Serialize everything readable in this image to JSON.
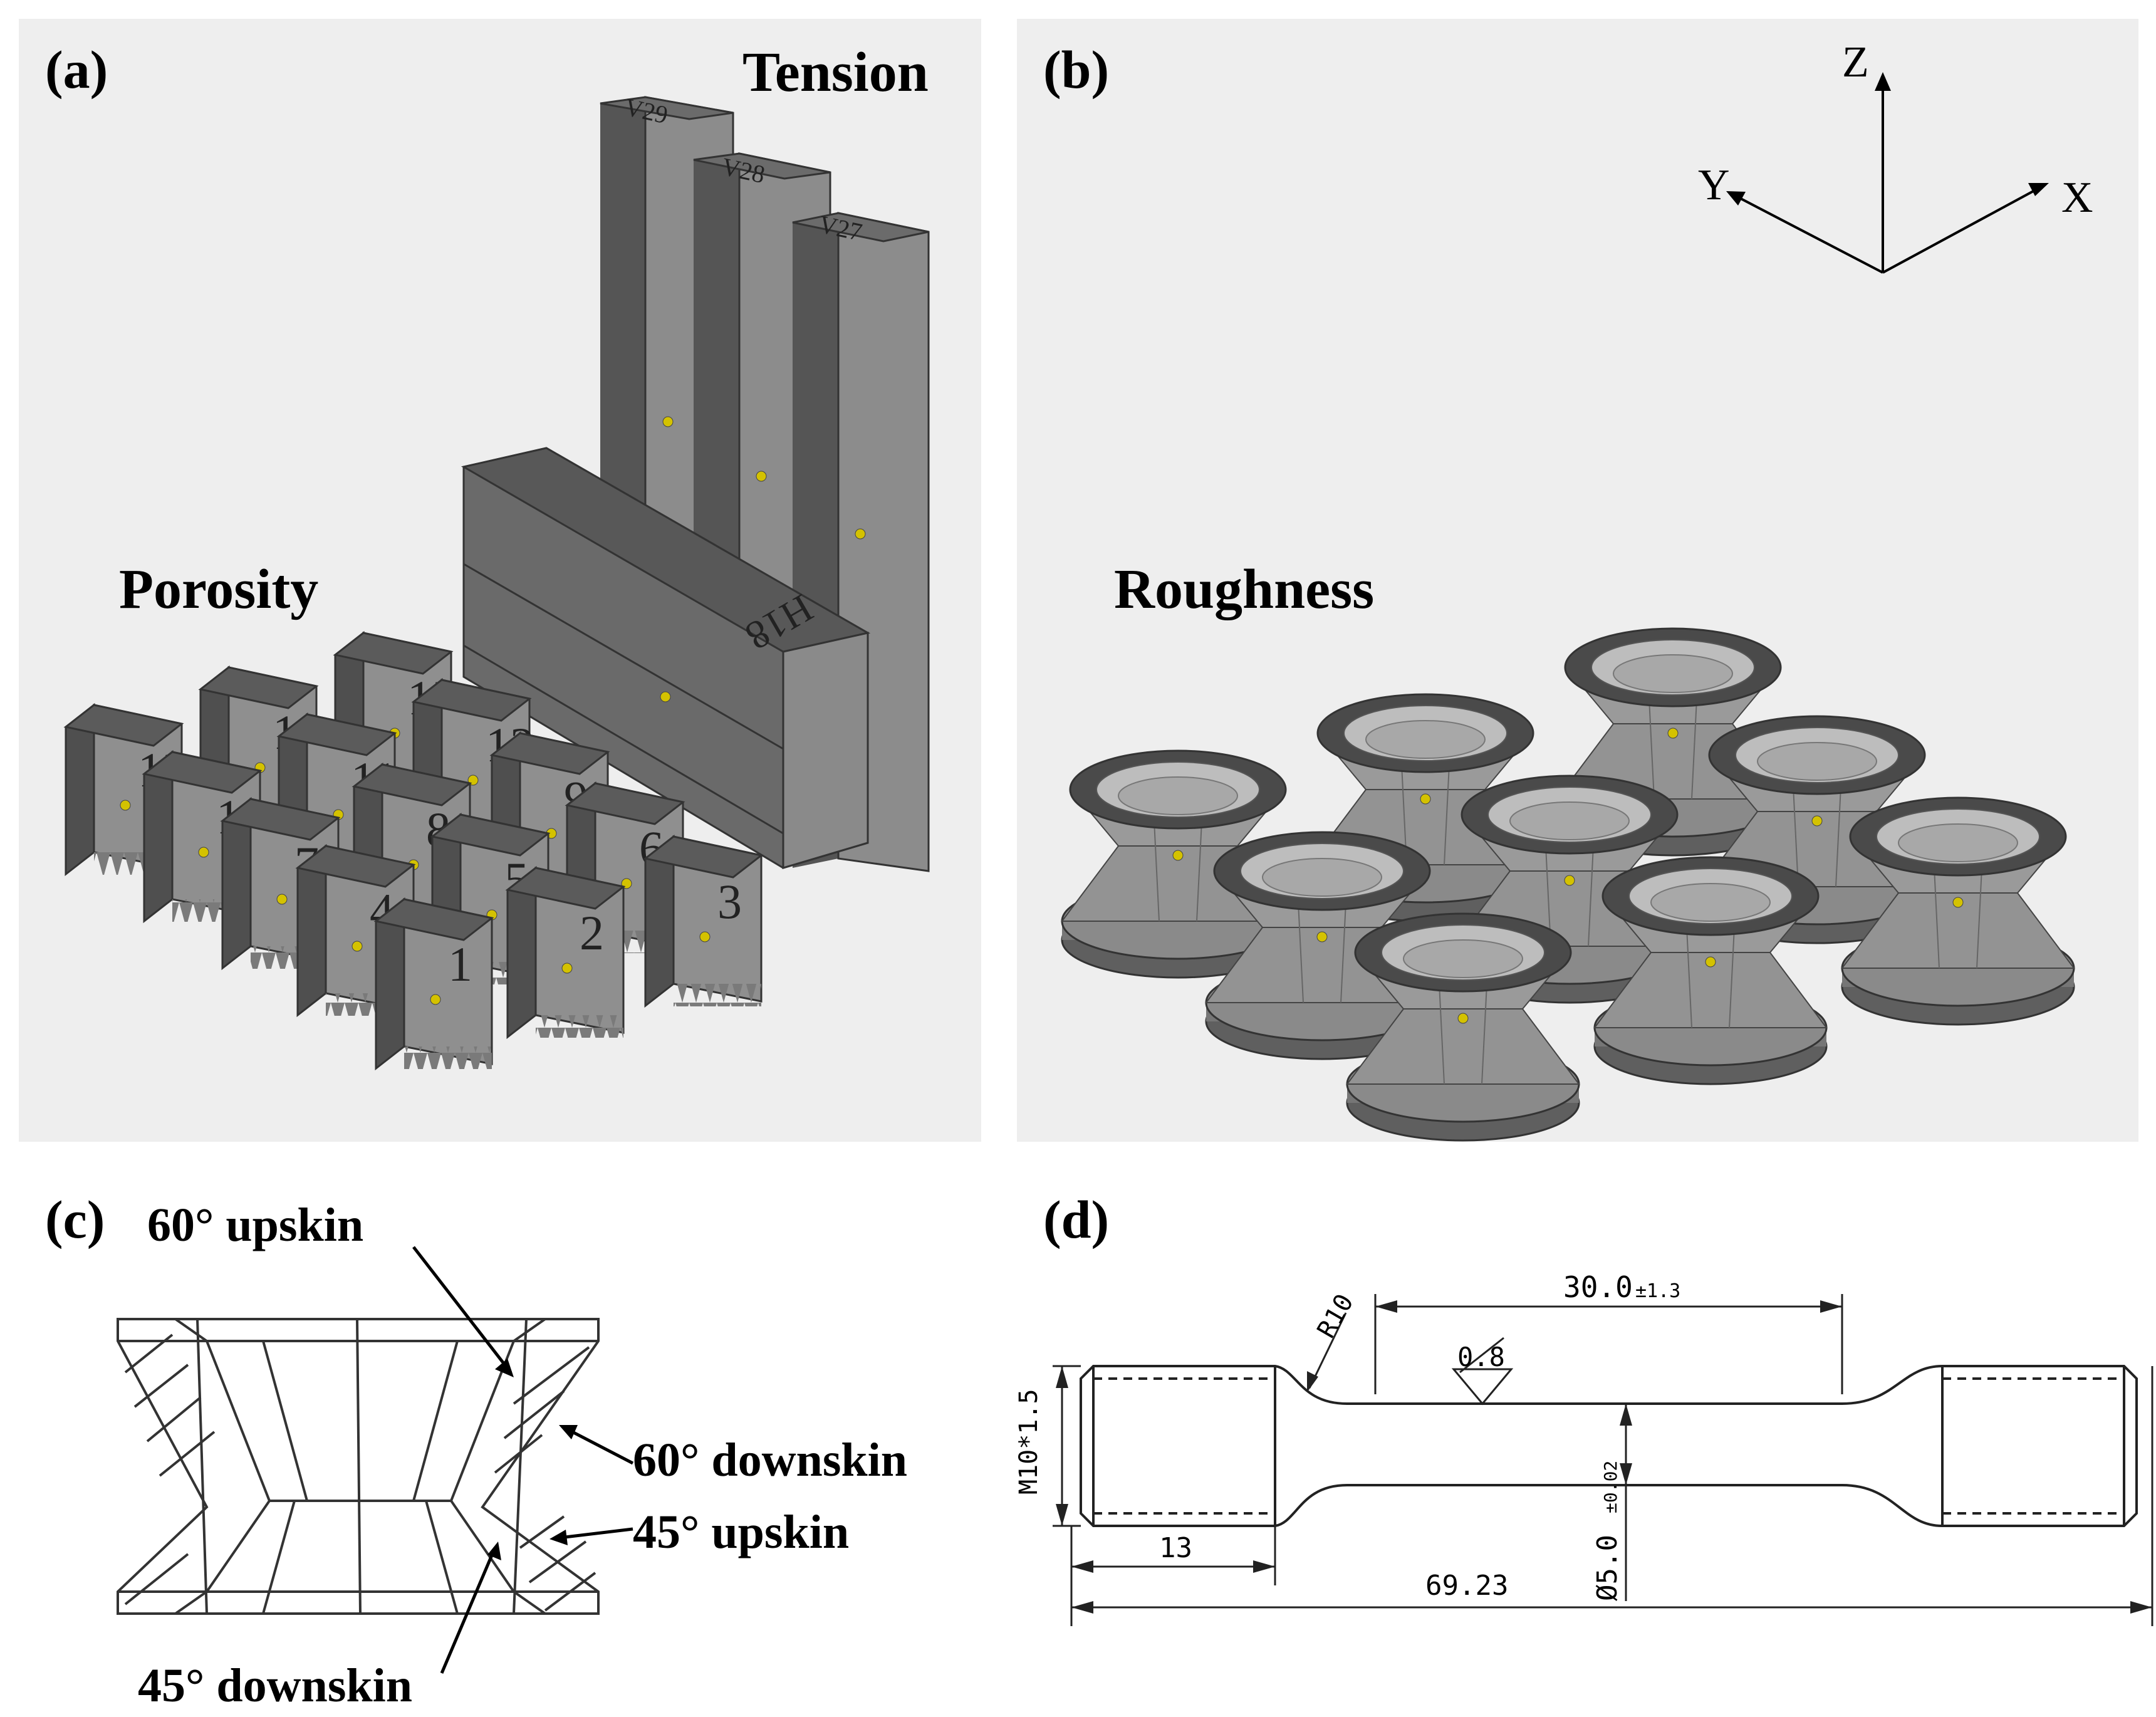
{
  "panels": {
    "a": {
      "label": "(a)",
      "tension_label": "Tension",
      "porosity_label": "Porosity",
      "tension_ids": [
        "V29",
        "V28",
        "V27"
      ],
      "bar_id": "H18",
      "cube_numbers": [
        "1",
        "2",
        "3",
        "4",
        "5",
        "6",
        "7",
        "8",
        "9",
        "10",
        "11",
        "12",
        "13",
        "14",
        "15"
      ]
    },
    "b": {
      "label": "(b)",
      "roughness_label": "Roughness",
      "axes": {
        "z": "Z",
        "y": "Y",
        "x": "X"
      }
    },
    "c": {
      "label": "(c)",
      "annotations": {
        "up60": "60° upskin",
        "down60": "60° downskin",
        "up45": "45° upskin",
        "down45": "45° downskin"
      }
    },
    "d": {
      "label": "(d)",
      "dims": {
        "gauge": "30.0",
        "gauge_tol": "±1.3",
        "radius": "R10",
        "roughness": "0.8",
        "thread": "M10*1.5",
        "diameter": "Ø5.0",
        "diameter_tol": "±0.02",
        "grip": "13",
        "total": "69.23"
      }
    }
  },
  "colors": {
    "panel_bg": "#eeeeee",
    "dark_face": "#5e5e5e",
    "light_face": "#8f8f8f",
    "top_face": "#6e6e6e",
    "marker": "#d4c200"
  }
}
